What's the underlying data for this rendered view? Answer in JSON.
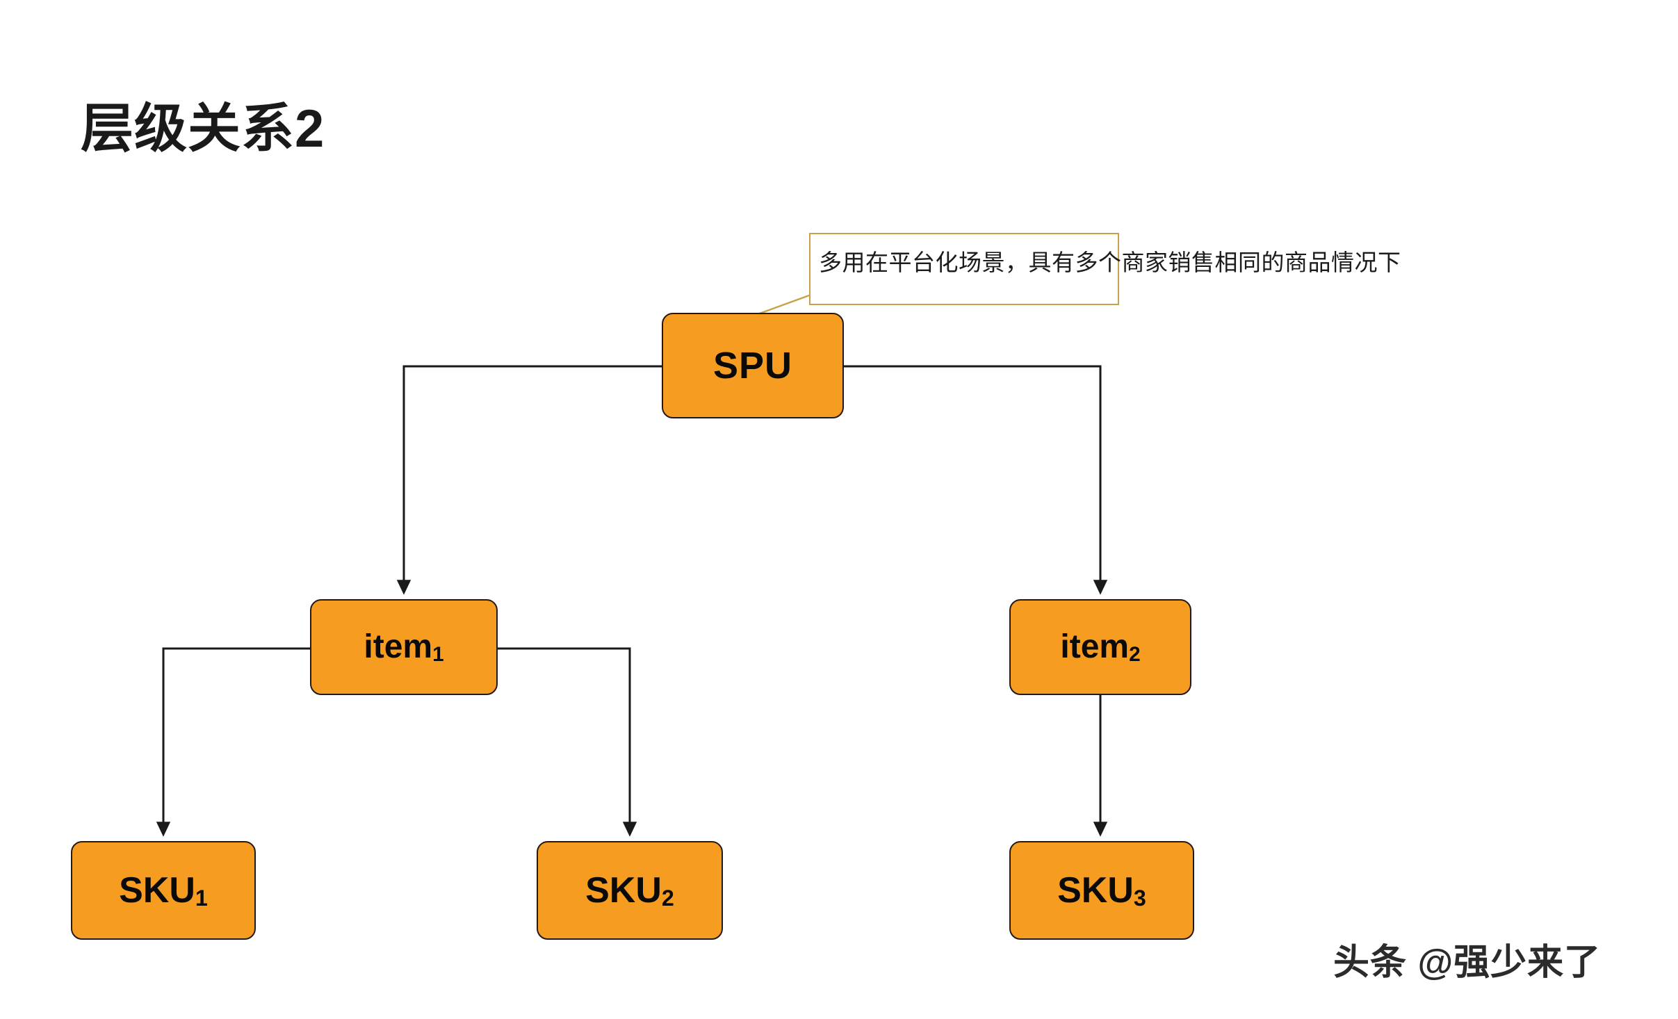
{
  "slide": {
    "title": "层级关系2",
    "background_color": "#FFFFFF"
  },
  "theme": {
    "node_fill": "#F59C21",
    "node_border": "#231A17",
    "callout_border": "#C9A14A",
    "connector_color": "#1A1A1A",
    "text_color": "#0A0A0A"
  },
  "callout": {
    "text": "多用在平台化场景，具有多个商家销售相同的商品情况下",
    "attached_to": "SPU"
  },
  "nodes": {
    "spu": {
      "label": "SPU",
      "subscript": ""
    },
    "item1": {
      "label": "item",
      "subscript": "1"
    },
    "item2": {
      "label": "item",
      "subscript": "2"
    },
    "sku1": {
      "label": "SKU",
      "subscript": "1"
    },
    "sku2": {
      "label": "SKU",
      "subscript": "2"
    },
    "sku3": {
      "label": "SKU",
      "subscript": "3"
    }
  },
  "watermark": {
    "text": "头条 @强少来了"
  },
  "chart_data": {
    "type": "diagram",
    "title": "层级关系2",
    "layout": "tree",
    "levels": [
      {
        "level": 1,
        "nodes": [
          "SPU"
        ]
      },
      {
        "level": 2,
        "nodes": [
          "item1",
          "item2"
        ]
      },
      {
        "level": 3,
        "nodes": [
          "SKU1",
          "SKU2",
          "SKU3"
        ]
      }
    ],
    "edges": [
      {
        "from": "SPU",
        "to": "item1",
        "style": "orthogonal-arrow"
      },
      {
        "from": "SPU",
        "to": "item2",
        "style": "orthogonal-arrow"
      },
      {
        "from": "item1",
        "to": "SKU1",
        "style": "orthogonal-arrow"
      },
      {
        "from": "item1",
        "to": "SKU2",
        "style": "orthogonal-arrow"
      },
      {
        "from": "item2",
        "to": "SKU3",
        "style": "straight-arrow"
      }
    ],
    "annotations": [
      {
        "target": "SPU",
        "text": "多用在平台化场景，具有多个商家销售相同的商品情况下"
      }
    ]
  }
}
